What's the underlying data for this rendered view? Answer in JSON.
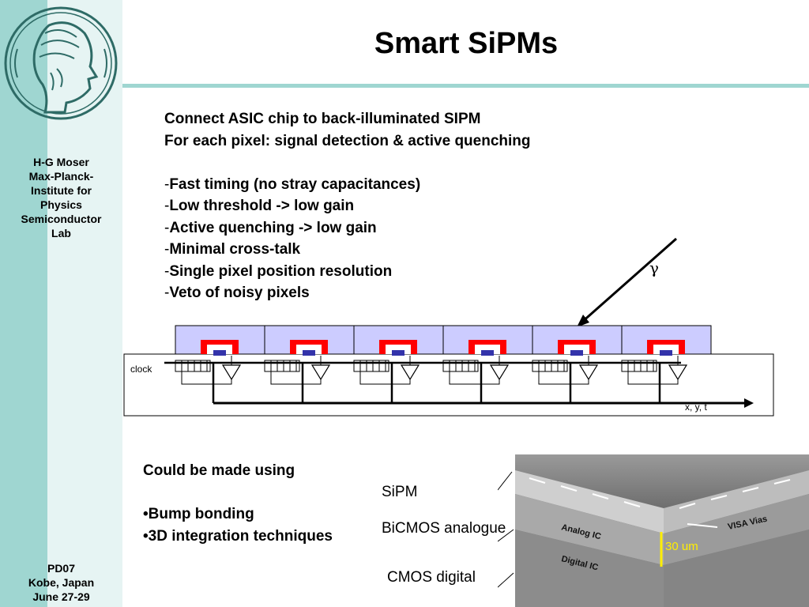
{
  "sidebar": {
    "author_lines": [
      "H-G Moser",
      "Max-Planck-",
      "Institute for",
      "Physics",
      "Semiconductor",
      "Lab"
    ],
    "footer_lines": [
      "PD07",
      "Kobe, Japan",
      "June 27-29"
    ],
    "logo_icon": "minerva-head-logo-icon"
  },
  "title": "Smart SiPMs",
  "intro": [
    "Connect ASIC chip to back-illuminated SIPM",
    "For each pixel: signal detection & active quenching"
  ],
  "features": [
    "Fast timing (no stray capacitances)",
    "Low threshold -> low gain",
    "Active quenching -> low gain",
    "Minimal cross-talk",
    "Single pixel position resolution",
    "Veto of noisy pixels"
  ],
  "bullet_dash": "-",
  "diagram": {
    "gamma_label": "γ",
    "clock_label": "clock",
    "output_label": "x, y, t",
    "pixel_count": 6,
    "colors": {
      "pixel_fill": "#ccccff",
      "quench_ring": "#ff0000",
      "contact": "#3333aa"
    }
  },
  "made_using": {
    "heading": "Could be made using",
    "bullet": "•",
    "items": [
      "Bump bonding",
      "3D integration techniques"
    ]
  },
  "layer_labels": {
    "sipm": "SiPM",
    "analogue": "BiCMOS analogue",
    "digital": "CMOS digital"
  },
  "photo_labels": {
    "analog_ic": "Analog IC",
    "digital_ic": "Digital IC",
    "visa_vias": "VISA Vias",
    "thickness": "30 um"
  },
  "theme": {
    "accent": "#9fd6d1",
    "sidebar_bg": "#e6f4f3"
  }
}
